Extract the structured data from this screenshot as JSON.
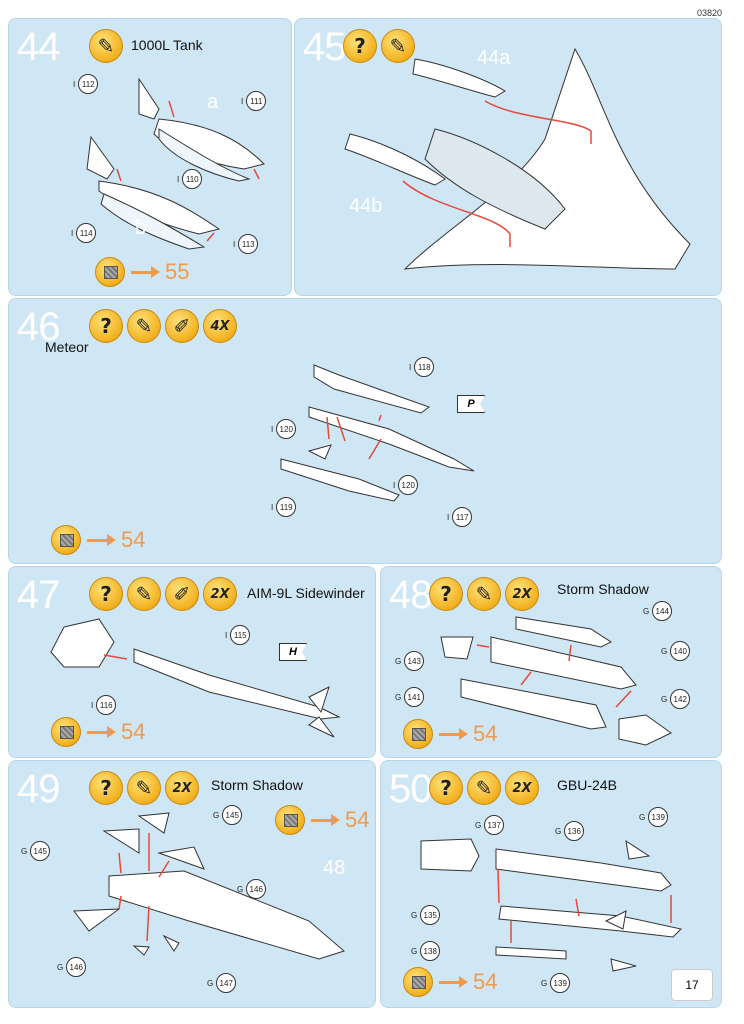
{
  "page": {
    "code": "03820",
    "number": "17"
  },
  "steps": {
    "s44": {
      "number": "44",
      "title": "1000L Tank",
      "badges": [
        "brush-glue-icon"
      ],
      "sub_a": "a",
      "sub_b": "b",
      "parts": [
        {
          "prefix": "I",
          "num": "112"
        },
        {
          "prefix": "I",
          "num": "111"
        },
        {
          "prefix": "I",
          "num": "110"
        },
        {
          "prefix": "I",
          "num": "114"
        },
        {
          "prefix": "I",
          "num": "113"
        }
      ],
      "ref": "55"
    },
    "s45": {
      "number": "45",
      "badges": [
        "question-icon",
        "brush-glue-icon"
      ],
      "labels": [
        "44a",
        "44b"
      ]
    },
    "s46": {
      "number": "46",
      "title": "Meteor",
      "badges": [
        "question-icon",
        "brush-glue-icon",
        "paint-brush-icon",
        "4X"
      ],
      "parts": [
        {
          "prefix": "I",
          "num": "118"
        },
        {
          "prefix": "I",
          "num": "120"
        },
        {
          "prefix": "I",
          "num": "120"
        },
        {
          "prefix": "I",
          "num": "119"
        },
        {
          "prefix": "I",
          "num": "117"
        }
      ],
      "flag": "P",
      "ref": "54"
    },
    "s47": {
      "number": "47",
      "title": "AIM-9L Sidewinder",
      "badges": [
        "question-icon",
        "brush-glue-icon",
        "paint-brush-icon",
        "2X"
      ],
      "parts": [
        {
          "prefix": "I",
          "num": "115"
        },
        {
          "prefix": "I",
          "num": "116"
        }
      ],
      "flag": "H",
      "ref": "54"
    },
    "s48": {
      "number": "48",
      "title": "Storm Shadow",
      "badges": [
        "question-icon",
        "brush-glue-icon",
        "2X"
      ],
      "parts": [
        {
          "prefix": "G",
          "num": "144"
        },
        {
          "prefix": "G",
          "num": "143"
        },
        {
          "prefix": "G",
          "num": "140"
        },
        {
          "prefix": "G",
          "num": "141"
        },
        {
          "prefix": "G",
          "num": "142"
        }
      ],
      "ref": "54"
    },
    "s49": {
      "number": "49",
      "title": "Storm Shadow",
      "badges": [
        "question-icon",
        "brush-glue-icon",
        "2X"
      ],
      "parts": [
        {
          "prefix": "G",
          "num": "145"
        },
        {
          "prefix": "G",
          "num": "145"
        },
        {
          "prefix": "G",
          "num": "146"
        },
        {
          "prefix": "G",
          "num": "146"
        },
        {
          "prefix": "G",
          "num": "147"
        }
      ],
      "label": "48",
      "ref": "54"
    },
    "s50": {
      "number": "50",
      "title": "GBU-24B",
      "badges": [
        "question-icon",
        "brush-glue-icon",
        "2X"
      ],
      "parts": [
        {
          "prefix": "G",
          "num": "137"
        },
        {
          "prefix": "G",
          "num": "136"
        },
        {
          "prefix": "G",
          "num": "139"
        },
        {
          "prefix": "G",
          "num": "135"
        },
        {
          "prefix": "G",
          "num": "138"
        },
        {
          "prefix": "G",
          "num": "139"
        }
      ],
      "ref": "54"
    }
  },
  "colors": {
    "panel": "#cfe7f4",
    "arrow": "#f39a4a",
    "badge": "#f2b01e"
  }
}
